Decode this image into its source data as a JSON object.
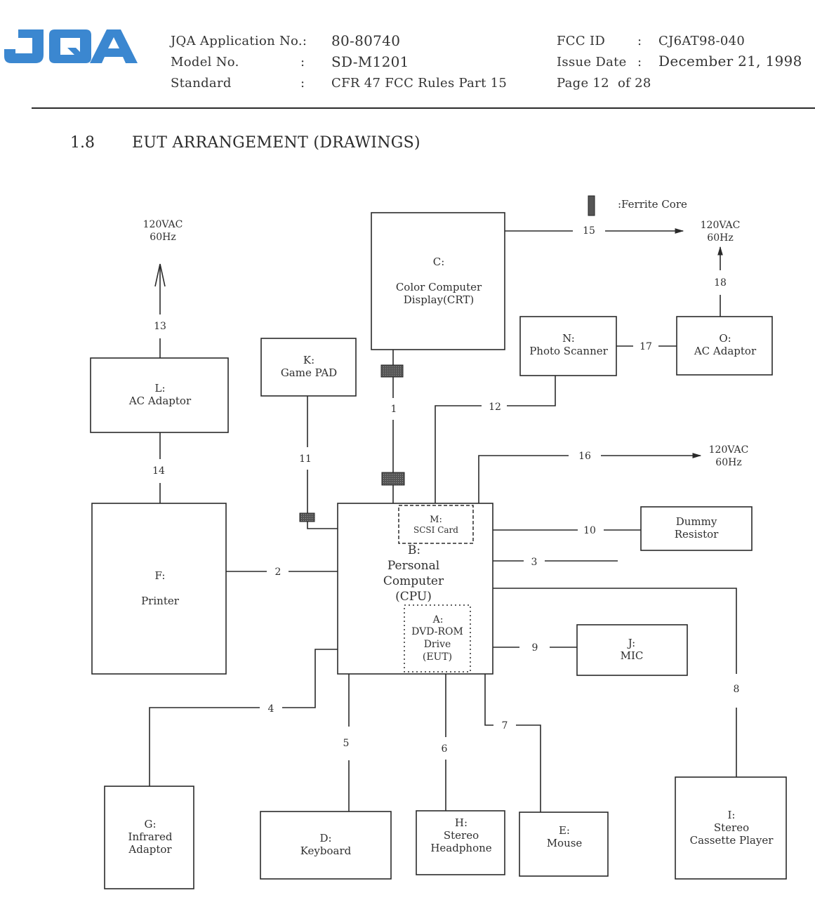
{
  "header": {
    "logo_text": "JQA",
    "logo_color": "#3b87d0",
    "application_label": "JQA Application No.:",
    "application_value": "80-80740",
    "model_label": "Model No.",
    "model_sep": ":",
    "model_value": "SD-M1201",
    "standard_label": "Standard",
    "standard_sep": ":",
    "standard_value": "CFR 47 FCC Rules Part 15",
    "fcc_label": "FCC ID",
    "fcc_sep": ":",
    "fcc_value": "CJ6AT98-040",
    "issue_label": "Issue Date",
    "issue_sep": ":",
    "issue_value": "December 21, 1998",
    "page_text": "Page 12  of 28"
  },
  "section": {
    "number": "1.8",
    "title": "EUT ARRANGEMENT (DRAWINGS)"
  },
  "legend": {
    "ferrite_label": ":Ferrite Core"
  },
  "power": {
    "line1": "120VAC",
    "line2": "60Hz"
  },
  "devices": {
    "A": {
      "id": "A:",
      "lines": [
        "DVD-ROM",
        "Drive",
        "(EUT)"
      ]
    },
    "B": {
      "id": "B:",
      "lines": [
        "Personal",
        "Computer",
        "(CPU)"
      ]
    },
    "C": {
      "id": "C:",
      "lines": [
        "Color Computer",
        "Display(CRT)"
      ]
    },
    "D": {
      "id": "D:",
      "lines": [
        "Keyboard"
      ]
    },
    "E": {
      "id": "E:",
      "lines": [
        "Mouse"
      ]
    },
    "F": {
      "id": "F:",
      "lines": [
        "Printer"
      ]
    },
    "G": {
      "id": "G:",
      "lines": [
        "Infrared",
        "Adaptor"
      ]
    },
    "H": {
      "id": "H:",
      "lines": [
        "Stereo",
        "Headphone"
      ]
    },
    "I": {
      "id": "I:",
      "lines": [
        "Stereo",
        "Cassette Player"
      ]
    },
    "J": {
      "id": "J:",
      "lines": [
        "MIC"
      ]
    },
    "K": {
      "id": "K:",
      "lines": [
        "Game PAD"
      ]
    },
    "L": {
      "id": "L:",
      "lines": [
        "AC Adaptor"
      ]
    },
    "M": {
      "id": "M:",
      "lines": [
        "SCSI Card"
      ]
    },
    "N": {
      "id": "N:",
      "lines": [
        "Photo Scanner"
      ]
    },
    "O": {
      "id": "O:",
      "lines": [
        "AC Adaptor"
      ]
    },
    "dummy": {
      "lines": [
        "Dummy",
        "Resistor"
      ]
    }
  },
  "cables": [
    "1",
    "2",
    "3",
    "4",
    "5",
    "6",
    "7",
    "8",
    "9",
    "10",
    "11",
    "12",
    "13",
    "14",
    "15",
    "16",
    "17",
    "18"
  ]
}
